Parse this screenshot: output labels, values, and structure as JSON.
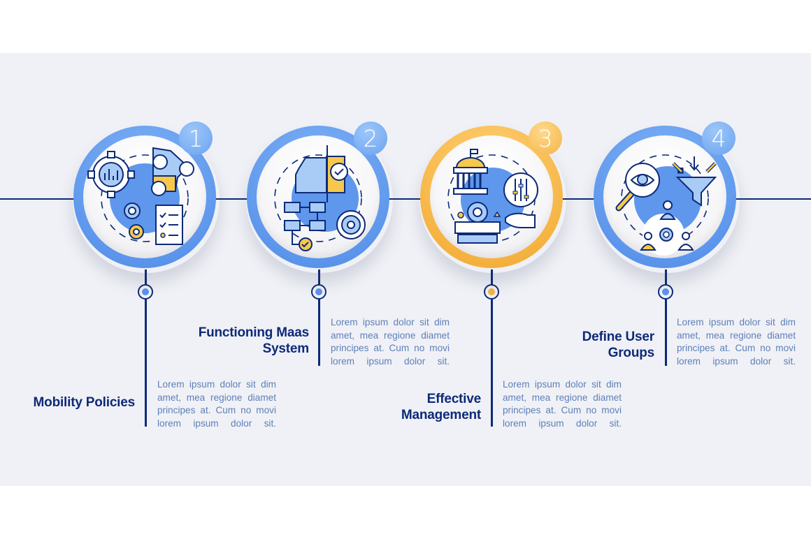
{
  "colors": {
    "navy": "#0d2a78",
    "blue_accent": "#5e97ec",
    "orange_accent": "#f6b443",
    "panel_bg": "#f0f1f6",
    "desc_text": "#5d7fb8"
  },
  "steps": [
    {
      "number": "1",
      "title": "Mobility Policies",
      "description": "Lorem ipsum dolor sit dim amet, mea regione diamet principes at. Cum no movi lorem ipsum dolor sit.",
      "accent": "blue",
      "icon": "policy-gears-checklist-icon"
    },
    {
      "number": "2",
      "title": "Functioning Maas System",
      "description": "Lorem ipsum dolor sit dim amet, mea regione diamet principes at. Cum no movi lorem ipsum dolor sit.",
      "accent": "blue",
      "icon": "car-flowchart-gear-icon"
    },
    {
      "number": "3",
      "title": "Effective Management",
      "description": "Lorem ipsum dolor sit dim amet, mea regione diamet principes at. Cum no movi lorem ipsum dolor sit.",
      "accent": "orange",
      "icon": "government-settings-hand-icon"
    },
    {
      "number": "4",
      "title": "Define User Groups",
      "description": "Lorem ipsum dolor sit dim amet, mea regione diamet principes at. Cum no movi lorem ipsum dolor sit.",
      "accent": "blue",
      "icon": "eye-funnel-users-icon"
    }
  ]
}
